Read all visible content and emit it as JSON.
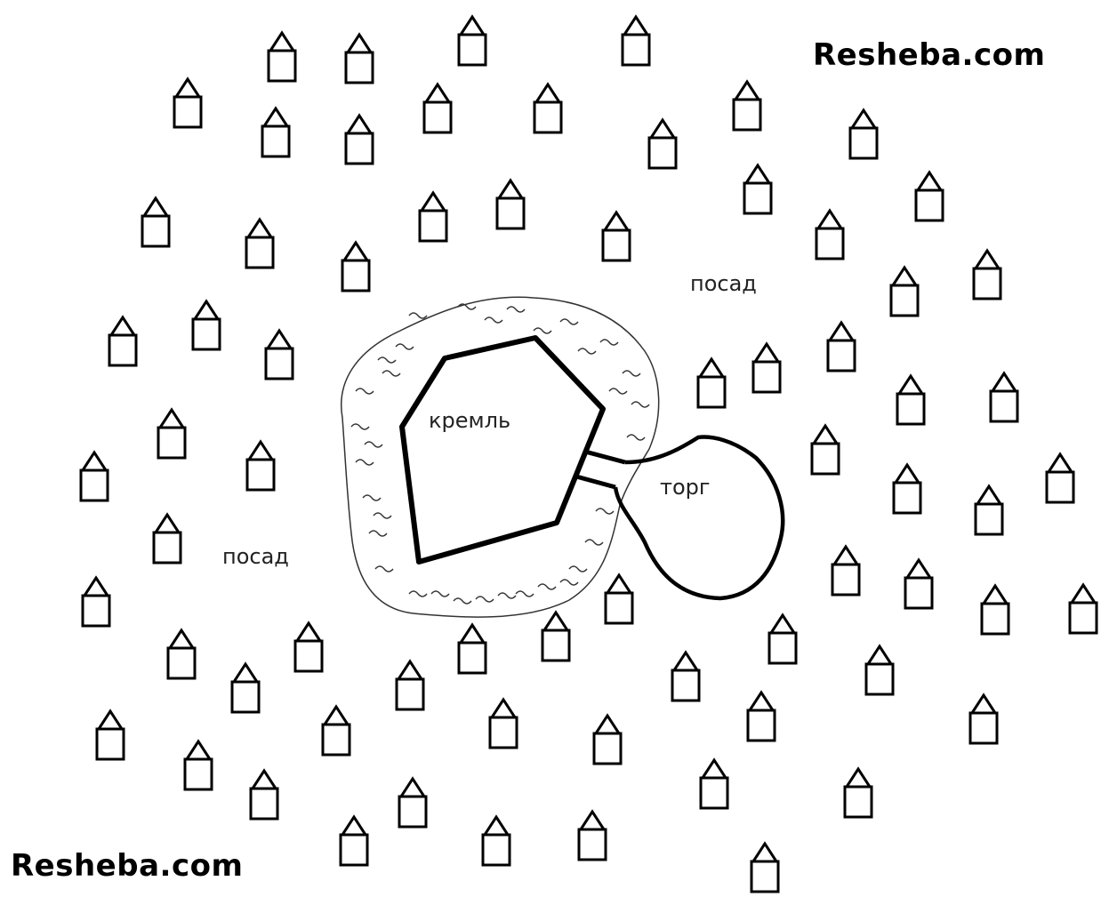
{
  "watermark": "Resheba.com",
  "labels": {
    "kremlin": "кремль",
    "market": "торг",
    "posad": "посад"
  }
}
